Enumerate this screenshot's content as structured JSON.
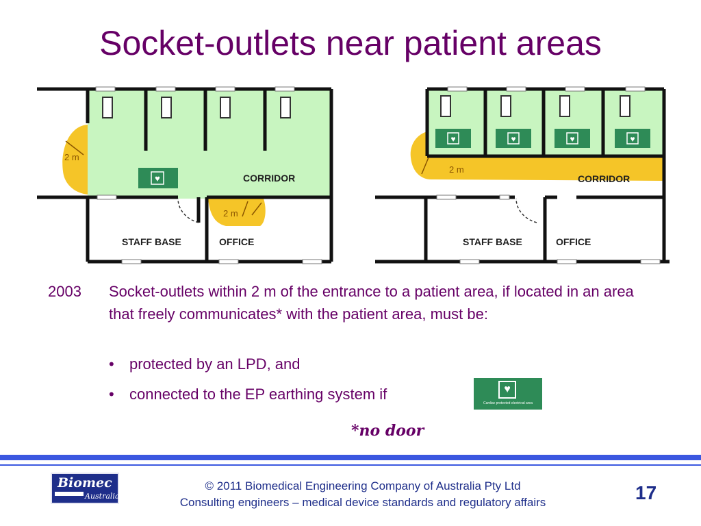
{
  "slide": {
    "title": "Socket-outlets near patient areas",
    "page_number": "17"
  },
  "plans": {
    "corridor_label": "CORRIDOR",
    "staff_base_label": "STAFF BASE",
    "office_label": "OFFICE",
    "distance_label": "2 m",
    "heart_symbol": "♥"
  },
  "body": {
    "year": "2003",
    "paragraph": "Socket-outlets within 2 m of the entrance to a patient area, if located in an area that freely communicates* with the patient area, must be:",
    "bullets": [
      "protected by an LPD, and",
      "connected to the EP earthing system if"
    ],
    "bullet_char": "•",
    "badge_heart": "♥",
    "badge_caption": "Cardiac protected electrical area",
    "footnote": "*no door"
  },
  "footer": {
    "logo_name": "Biomec",
    "logo_sub": "Australia",
    "line1": "© 2011   Biomedical Engineering Company of Australia Pty Ltd",
    "line2": "Consulting engineers – medical device standards and regulatory affairs"
  },
  "colors": {
    "title": "#660066",
    "green_zone": "#c8f5c0",
    "orange_zone": "#f5c528",
    "badge_green": "#2e8b57",
    "footer_blue": "#1e2e8a",
    "rule_blue": "#3b57e0"
  }
}
